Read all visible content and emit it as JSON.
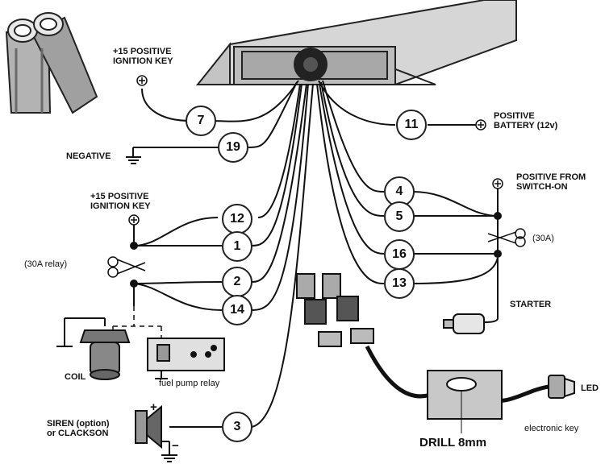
{
  "labels": {
    "ign_top_1": "+15 POSITIVE",
    "ign_top_2": "IGNITION KEY",
    "battery_1": "POSITIVE",
    "battery_2": "BATTERY (12v)",
    "negative": "NEGATIVE",
    "switch_1": "POSITIVE FROM",
    "switch_2": "SWITCH-ON",
    "ign_left_1": "+15 POSITIVE",
    "ign_left_2": "IGNITION KEY",
    "relay_left": "(30A relay)",
    "relay_right": "(30A)",
    "starter": "STARTER",
    "coil": "COIL",
    "fuel_pump": "fuel pump relay",
    "led": "LED",
    "electronic_key": "electronic key",
    "drill": "DRILL 8mm",
    "siren_1": "SIREN (option)",
    "siren_2": "or CLACKSON",
    "plus": "+",
    "minus": "−"
  },
  "wires": {
    "w7": "7",
    "w11": "11",
    "w19": "19",
    "w4": "4",
    "w5": "5",
    "w12": "12",
    "w1": "1",
    "w16": "16",
    "w2": "2",
    "w13": "13",
    "w14": "14",
    "w3": "3"
  },
  "colors": {
    "ink": "#111111",
    "line": "#222222",
    "shade": "#9a9a9a",
    "light": "#d4d4d4",
    "mid": "#b8b8b8"
  }
}
